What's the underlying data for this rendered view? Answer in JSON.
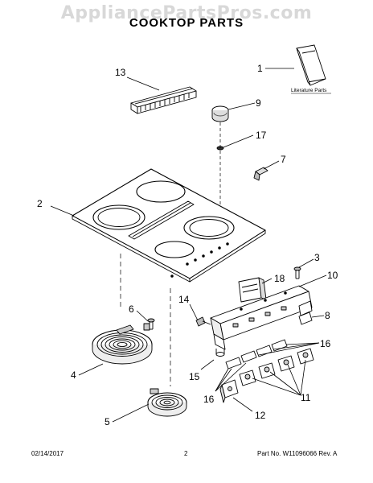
{
  "watermark": "AppliancePartsPros.com",
  "title": "COOKTOP PARTS",
  "literature_label": "Literature Parts",
  "callouts": {
    "c1": "1",
    "c2": "2",
    "c3": "3",
    "c4": "4",
    "c5": "5",
    "c6": "6",
    "c7": "7",
    "c8": "8",
    "c9": "9",
    "c10": "10",
    "c11": "11",
    "c12": "12",
    "c13": "13",
    "c14": "14",
    "c15": "15",
    "c16a": "16",
    "c16b": "16",
    "c17": "17",
    "c18": "18"
  },
  "footer": {
    "date": "02/14/2017",
    "page": "2",
    "part_no": "Part No. W11096066  Rev. A"
  }
}
